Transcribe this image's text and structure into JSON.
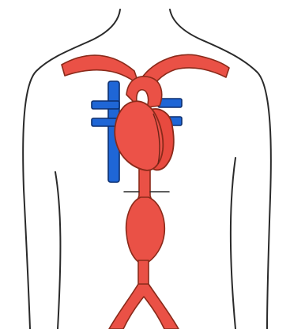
{
  "colors": {
    "background": "#ffffff",
    "outline": "#2a2a2a",
    "artery_fill": "#ea5146",
    "artery_stroke": "#8a2a1a",
    "vein_fill": "#1f66d6",
    "vein_stroke": "#0d2f6e"
  },
  "parts": {
    "body": "torso-outline",
    "aorta": "aorta-with-abdominal-aneurysm",
    "heart": "heart",
    "veins": "vena-cava-and-pulmonary-veins"
  }
}
